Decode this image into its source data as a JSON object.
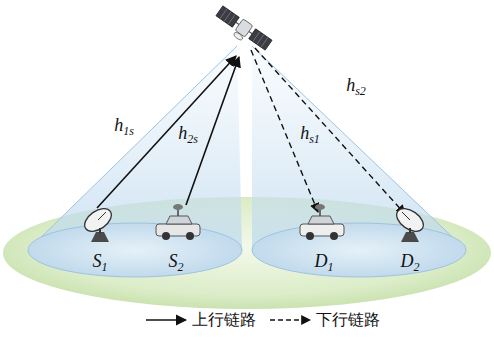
{
  "diagram": {
    "labels": [
      "h1s",
      "h2s",
      "hs1",
      "hs2",
      "S1",
      "S2",
      "D1",
      "D2"
    ],
    "legend": [
      {
        "text": "上行链路"
      },
      {
        "text": "下行链路"
      }
    ]
  }
}
